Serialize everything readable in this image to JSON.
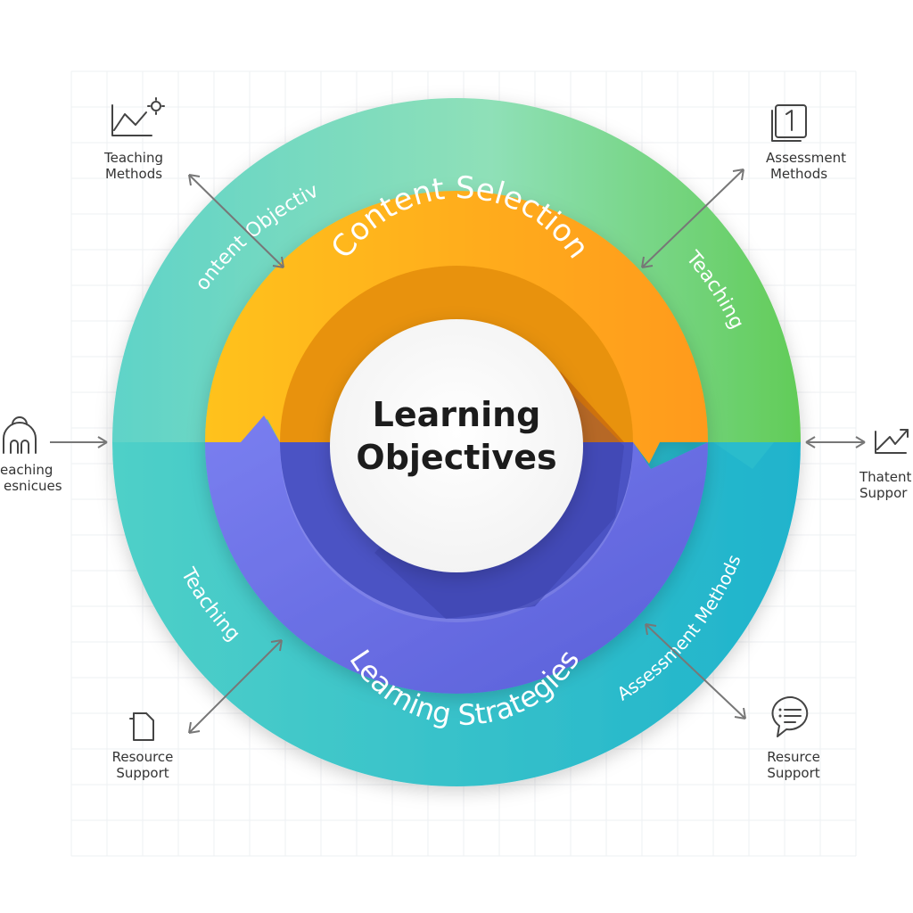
{
  "center": {
    "line1": "Learning",
    "line2": "Objectives"
  },
  "inner_ring": {
    "top": "Content Selection",
    "bottom": "Learning Strategies"
  },
  "outer_ring": {
    "top_left": "Content Objective",
    "top_right": "Teaching",
    "bottom_left": "Teaching",
    "bottom_right": "Assessment Methods"
  },
  "side_items": {
    "top_left": {
      "line1": "Teaching",
      "line2": "Methods",
      "icon": "chart-gear-icon"
    },
    "top_right": {
      "line1": "Assessment",
      "line2": "Methods",
      "icon": "document-number-icon"
    },
    "mid_left": {
      "line1": "eaching",
      "line2": "esnicues",
      "icon": "puzzle-head-icon"
    },
    "mid_right": {
      "line1": "Thatent",
      "line2": "Suppor",
      "icon": "trend-arrow-icon"
    },
    "bottom_left": {
      "line1": "Resource",
      "line2": "Support",
      "icon": "document-icon"
    },
    "bottom_right": {
      "line1": "Resurce",
      "line2": "Support",
      "icon": "speech-bubble-icon"
    }
  },
  "colors": {
    "outer_top_left": "#7fdcc4",
    "outer_top_right": "#6fd068",
    "outer_bottom": "#2dbccc",
    "inner_top": "#ffa41a",
    "inner_top_light": "#ffc21a",
    "inner_bottom": "#6a6ee0",
    "inner_bottom_dark": "#3f49b8"
  }
}
